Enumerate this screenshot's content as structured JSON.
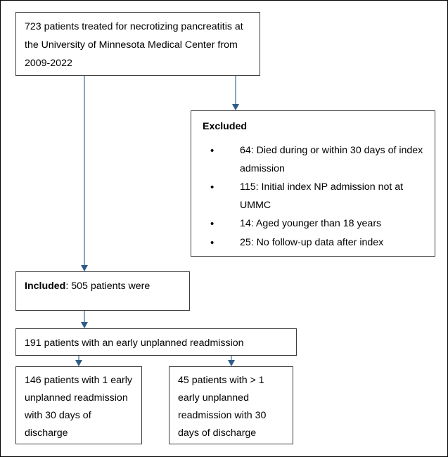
{
  "figure": {
    "title": "Patient selection flow diagram",
    "type": "flowchart",
    "colors": {
      "box_border": "#3d3d3d",
      "box_fill": "#ffffff",
      "connector_line": "#8aa7bd",
      "arrowhead": "#2f5c85",
      "text": "#000000",
      "outer_border": "#000000"
    }
  },
  "nodes": {
    "cohort": {
      "text": "723 patients treated for necrotizing pancreatitis at the University of Minnesota Medical Center from 2009-2022",
      "count": 723
    },
    "excluded": {
      "title": "Excluded",
      "items": [
        {
          "bullet": "•",
          "text": "64: Died during or within 30 days of index admission",
          "count": 64
        },
        {
          "bullet": "•",
          "text": "115: Initial index NP admission not at UMMC",
          "count": 115
        },
        {
          "bullet": "•",
          "text": "14: Aged younger than 18 years",
          "count": 14
        },
        {
          "bullet": "•",
          "text": "25: No follow-up data after index",
          "count": 25
        }
      ]
    },
    "included": {
      "label": "Included",
      "separator": ": ",
      "text": "505 patients were",
      "count": 505
    },
    "readmission": {
      "text": "191 patients with an early unplanned readmission",
      "count": 191
    },
    "single_readmission": {
      "text": "146 patients with 1 early unplanned readmission with 30 days of discharge",
      "count": 146
    },
    "multiple_readmission": {
      "text": "45 patients with > 1 early unplanned readmission with 30 days of discharge",
      "count": 45
    }
  },
  "connectors": [
    {
      "name": "cohort-to-excluded",
      "from": "cohort",
      "to": "excluded"
    },
    {
      "name": "cohort-to-included",
      "from": "cohort",
      "to": "included"
    },
    {
      "name": "included-to-readmission",
      "from": "included",
      "to": "readmission"
    },
    {
      "name": "readmission-to-single",
      "from": "readmission",
      "to": "single_readmission"
    },
    {
      "name": "readmission-to-multiple",
      "from": "readmission",
      "to": "multiple_readmission"
    }
  ]
}
